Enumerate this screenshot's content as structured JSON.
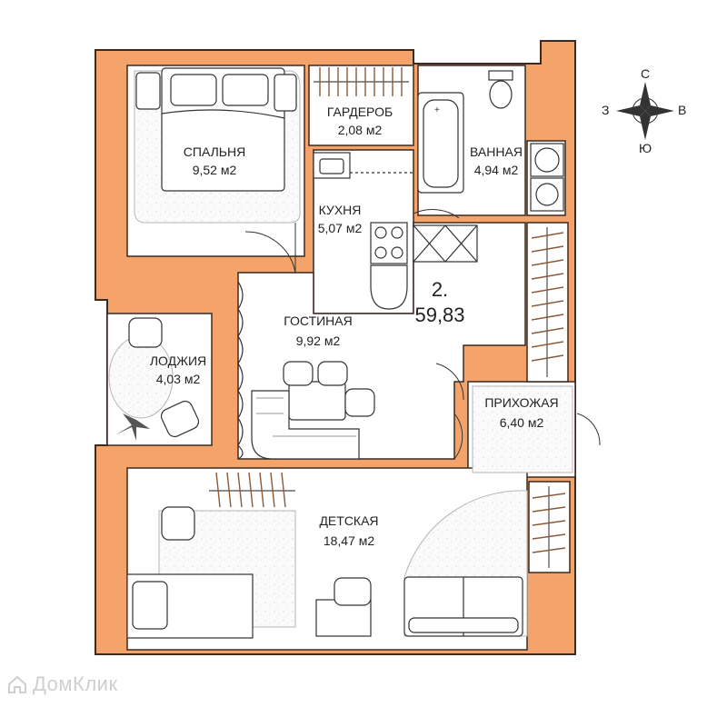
{
  "apartment": {
    "number": "2.",
    "total_area": "59,83"
  },
  "rooms": [
    {
      "id": "bedroom",
      "name": "СПАЛЬНЯ",
      "area": "9,52 м2"
    },
    {
      "id": "wardrobe",
      "name": "ГАРДЕРОБ",
      "area": "2,08 м2"
    },
    {
      "id": "bathroom",
      "name": "ВАННАЯ",
      "area": "4,94 м2"
    },
    {
      "id": "kitchen",
      "name": "КУХНЯ",
      "area": "5,07 м2"
    },
    {
      "id": "living",
      "name": "ГОСТИНАЯ",
      "area": "9,92 м2"
    },
    {
      "id": "loggia",
      "name": "ЛОДЖИЯ",
      "area": "4,03 м2"
    },
    {
      "id": "hallway",
      "name": "ПРИХОЖАЯ",
      "area": "6,40 м2"
    },
    {
      "id": "kids",
      "name": "ДЕТСКАЯ",
      "area": "18,47 м2"
    }
  ],
  "compass": {
    "north": "С",
    "south": "Ю",
    "west": "З",
    "east": "В"
  },
  "watermark": "ДомКлик",
  "colors": {
    "wall": "#f4a46a",
    "wall_stroke": "#3a2a20",
    "floor": "#ffffff",
    "texture": "#d9d9d9"
  }
}
